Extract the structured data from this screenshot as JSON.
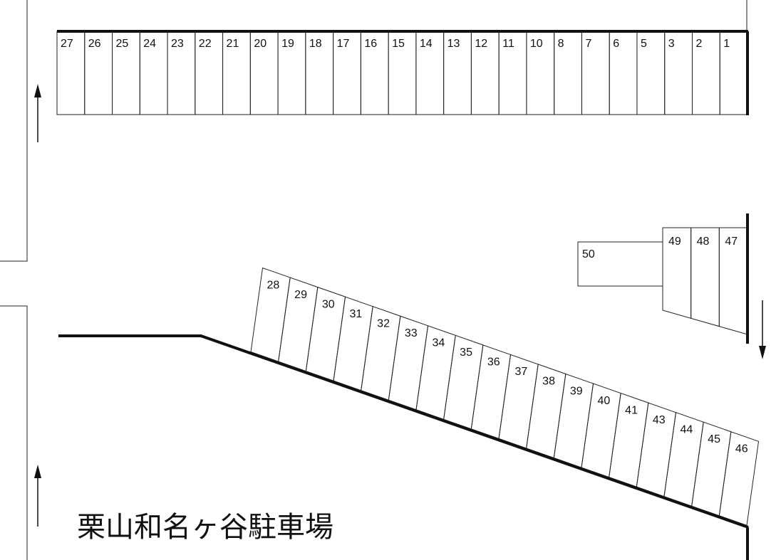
{
  "title": "栗山和名ヶ谷駐車場",
  "top_row": [
    "27",
    "26",
    "25",
    "24",
    "23",
    "22",
    "21",
    "20",
    "19",
    "18",
    "17",
    "16",
    "15",
    "14",
    "13",
    "12",
    "11",
    "10",
    "8",
    "7",
    "6",
    "5",
    "3",
    "2",
    "1"
  ],
  "right_block": [
    "49",
    "48",
    "47"
  ],
  "single_space": "50",
  "diagonal_row": [
    "28",
    "29",
    "30",
    "31",
    "32",
    "33",
    "34",
    "35",
    "36",
    "37",
    "38",
    "39",
    "40",
    "41",
    "43",
    "44",
    "45",
    "46"
  ]
}
